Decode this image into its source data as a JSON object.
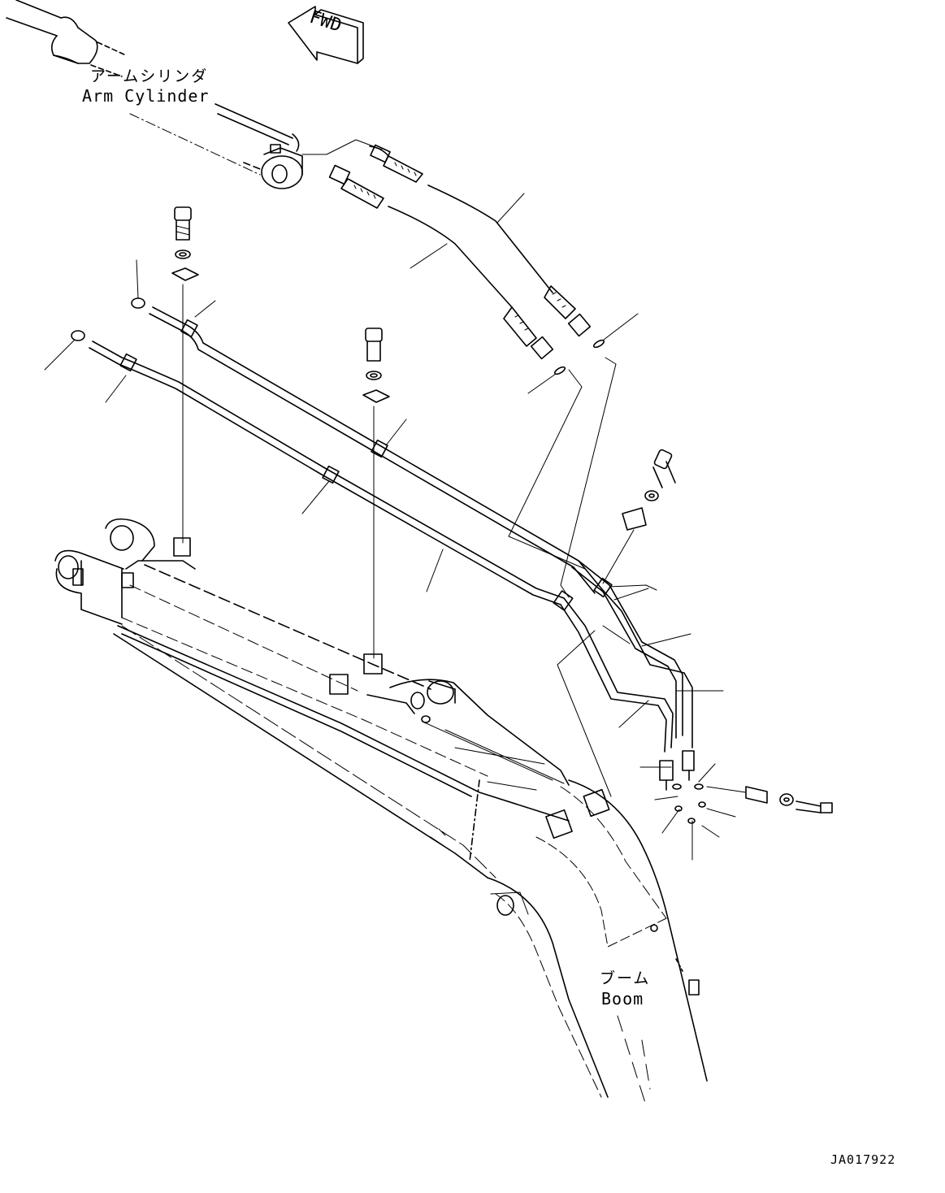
{
  "direction_arrow": {
    "label": "FWD"
  },
  "callouts": {
    "arm_cylinder": {
      "jp": "アームシリンダ",
      "en": "Arm Cylinder"
    },
    "boom": {
      "jp": "ブーム",
      "en": "Boom"
    }
  },
  "drawing_code": "JA017922",
  "icons": [
    "fwd-arrow-icon"
  ]
}
